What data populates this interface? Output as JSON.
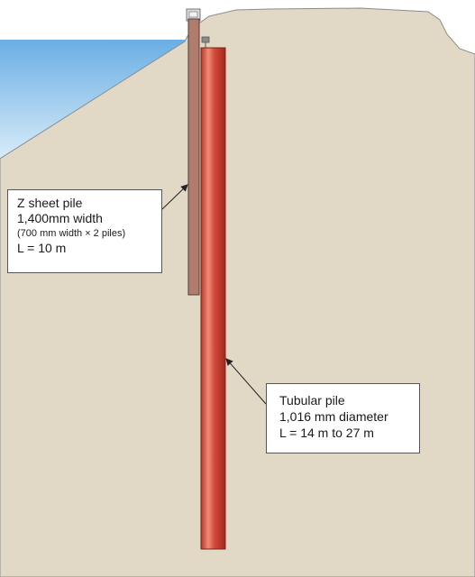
{
  "callouts": {
    "sheet_pile": {
      "lines": [
        "Z sheet pile",
        "1,400mm width",
        "(700 mm width × 2 piles)",
        "L = 10 m"
      ]
    },
    "tubular_pile": {
      "lines": [
        "Tubular pile",
        "1,016 mm diameter",
        "L = 14 m to 27 m"
      ]
    }
  },
  "colors": {
    "soil": "#e2d8c6",
    "soil_edge": "#8c8c8c",
    "water_top": "#6aaee4",
    "water_bottom": "#d8ecf9",
    "sheet_pile": "#b07c6e",
    "tubular_pile": "#d4493a",
    "tubular_highlight": "#ef8c76",
    "tubular_shadow": "#9e2a1e",
    "leader": "#222222"
  }
}
